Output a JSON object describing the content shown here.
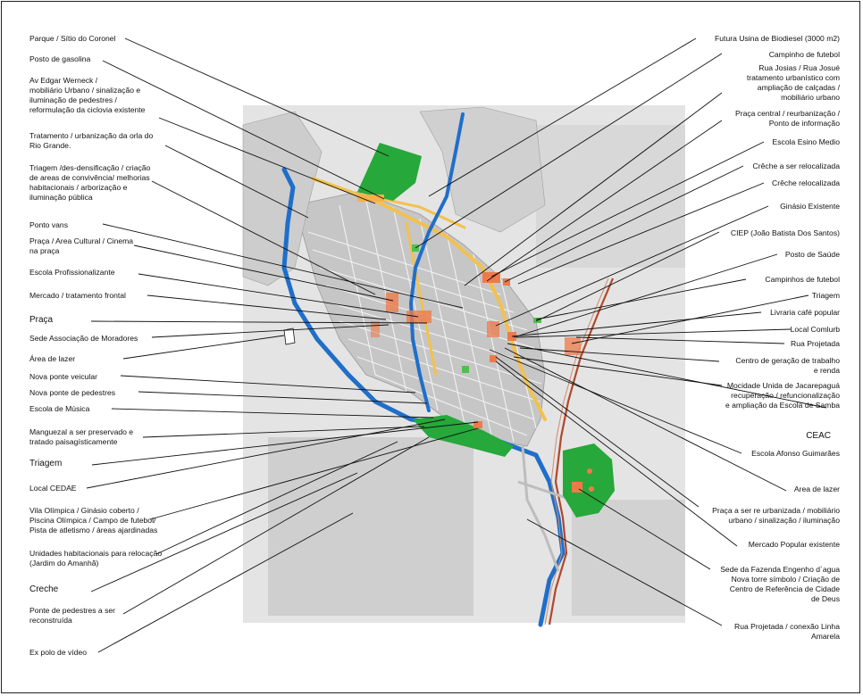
{
  "map": {
    "left_labels": [
      {
        "id": "parque",
        "lines": [
          "Parque / Sítio do Coronel"
        ]
      },
      {
        "id": "posto-gasolina",
        "lines": [
          "Posto de gasolina"
        ]
      },
      {
        "id": "av-edgar",
        "lines": [
          "Av Edgar Werneck /",
          "mobiliário Urbano / sinalização e",
          "iluminação de pedestres /",
          "reformulação da ciclovia existente"
        ]
      },
      {
        "id": "orla",
        "lines": [
          "Tratamento / urbanização da orla do",
          "Rio Grande."
        ]
      },
      {
        "id": "triagem-1",
        "lines": [
          "Triagem /des-densificação / criação",
          "de areas de convivência/ melhorias",
          "habitacionais / arborização e",
          "iluminação pública"
        ]
      },
      {
        "id": "ponto-vans",
        "lines": [
          "Ponto vans"
        ]
      },
      {
        "id": "praca-cultural",
        "lines": [
          "Praça / Area Cultural / Cinema",
          "na praça"
        ]
      },
      {
        "id": "escola-prof",
        "lines": [
          "Escola Profissionalizante"
        ]
      },
      {
        "id": "mercado",
        "lines": [
          "Mercado / tratamento frontal"
        ]
      },
      {
        "id": "praca",
        "lines": [
          "Praça"
        ],
        "big": true
      },
      {
        "id": "sede-assoc",
        "lines": [
          "Sede Associação de Moradores"
        ]
      },
      {
        "id": "area-lazer-1",
        "lines": [
          "Área de lazer"
        ]
      },
      {
        "id": "ponte-veicular",
        "lines": [
          "Nova ponte veicular"
        ]
      },
      {
        "id": "ponte-pedestres",
        "lines": [
          "Nova ponte de pedestres"
        ]
      },
      {
        "id": "escola-musica",
        "lines": [
          "Escola de Música"
        ]
      },
      {
        "id": "manguezal",
        "lines": [
          "Manguezal a ser preservado e",
          "tratado paisagísticamente"
        ]
      },
      {
        "id": "triagem-2",
        "lines": [
          "Triagem"
        ],
        "big": true
      },
      {
        "id": "cedae",
        "lines": [
          "Local CEDAE"
        ]
      },
      {
        "id": "vila-olimpica",
        "lines": [
          "Vila Olímpica / Ginásio coberto /",
          "Piscina Olímpica / Campo de futebol/",
          "Pista de atletismo / áreas ajardinadas"
        ]
      },
      {
        "id": "unidades",
        "lines": [
          "Unidades habitacionais para relocação",
          "(Jardim do Amanhã)"
        ]
      },
      {
        "id": "creche-l",
        "lines": [
          "Creche"
        ],
        "big": true
      },
      {
        "id": "ponte-reconst",
        "lines": [
          "Ponte de pedestres a ser",
          "reconstruída"
        ]
      },
      {
        "id": "ex-polo",
        "lines": [
          "Ex polo de vídeo"
        ]
      }
    ],
    "right_labels": [
      {
        "id": "usina",
        "lines": [
          "Futura Usina de Biodiesel (3000 m2)"
        ]
      },
      {
        "id": "campinho-1",
        "lines": [
          "Campinho de futebol"
        ]
      },
      {
        "id": "rua-josias",
        "lines": [
          "Rua Josias / Rua Josué",
          "tratamento urbanístico com",
          "ampliação de calçadas /",
          "mobiliário urbano"
        ]
      },
      {
        "id": "praca-central",
        "lines": [
          "Praça central / reurbanização /",
          "Ponto de informação"
        ]
      },
      {
        "id": "esino",
        "lines": [
          "Escola Esino Medio"
        ]
      },
      {
        "id": "creche-relocalizar",
        "lines": [
          "Crêche a ser relocalizada"
        ]
      },
      {
        "id": "creche-relocalizada",
        "lines": [
          "Crêche relocalizada"
        ]
      },
      {
        "id": "ginasio",
        "lines": [
          "Ginásio Existente"
        ]
      },
      {
        "id": "ciep",
        "lines": [
          "CIEP (João Batista Dos Santos)"
        ]
      },
      {
        "id": "posto-saude",
        "lines": [
          "Posto de Saúde"
        ]
      },
      {
        "id": "campinhos-2",
        "lines": [
          "Campinhos de futebol"
        ]
      },
      {
        "id": "triagem-r",
        "lines": [
          "Triagem"
        ]
      },
      {
        "id": "livraria",
        "lines": [
          "Livraria café popular"
        ]
      },
      {
        "id": "comlurb",
        "lines": [
          "Local Comlurb"
        ]
      },
      {
        "id": "rua-projetada",
        "lines": [
          "Rua Projetada"
        ]
      },
      {
        "id": "centro-trabalho",
        "lines": [
          "Centro de geração de trabalho",
          "e renda"
        ]
      },
      {
        "id": "mocidade",
        "lines": [
          "Mocidade Unida de Jacarepaguá",
          "recuperação / refuncionalização",
          "e ampliação da Escola de Samba"
        ]
      },
      {
        "id": "ceac",
        "lines": [
          "CEAC"
        ],
        "big": true
      },
      {
        "id": "afonso",
        "lines": [
          "Escola Afonso Guimarães"
        ]
      },
      {
        "id": "area-lazer-2",
        "lines": [
          "Area de lazer"
        ]
      },
      {
        "id": "praca-urbanizada",
        "lines": [
          "Praça a ser  re urbanizada / mobiliário",
          "urbano / sinalização / iluminação"
        ]
      },
      {
        "id": "mercado-popular",
        "lines": [
          "Mercado Popular existente"
        ]
      },
      {
        "id": "sede-fazenda",
        "lines": [
          "Sede da Fazenda Engenho d`agua",
          "Nova torre símbolo / Criação de",
          "Centro de Referência de Cidade",
          "de Deus"
        ]
      },
      {
        "id": "rua-linha-amarela",
        "lines": [
          "Rua Projetada / conexão Linha",
          "Amarela"
        ]
      }
    ],
    "colors": {
      "river": "#1f6fc9",
      "green_area": "#26a83a",
      "intervention": "#ee7a4a",
      "road_yellow": "#f2c14e",
      "rail": "#b0482a",
      "urban_fabric": "#c9c9c9",
      "leader": "#111111"
    }
  }
}
